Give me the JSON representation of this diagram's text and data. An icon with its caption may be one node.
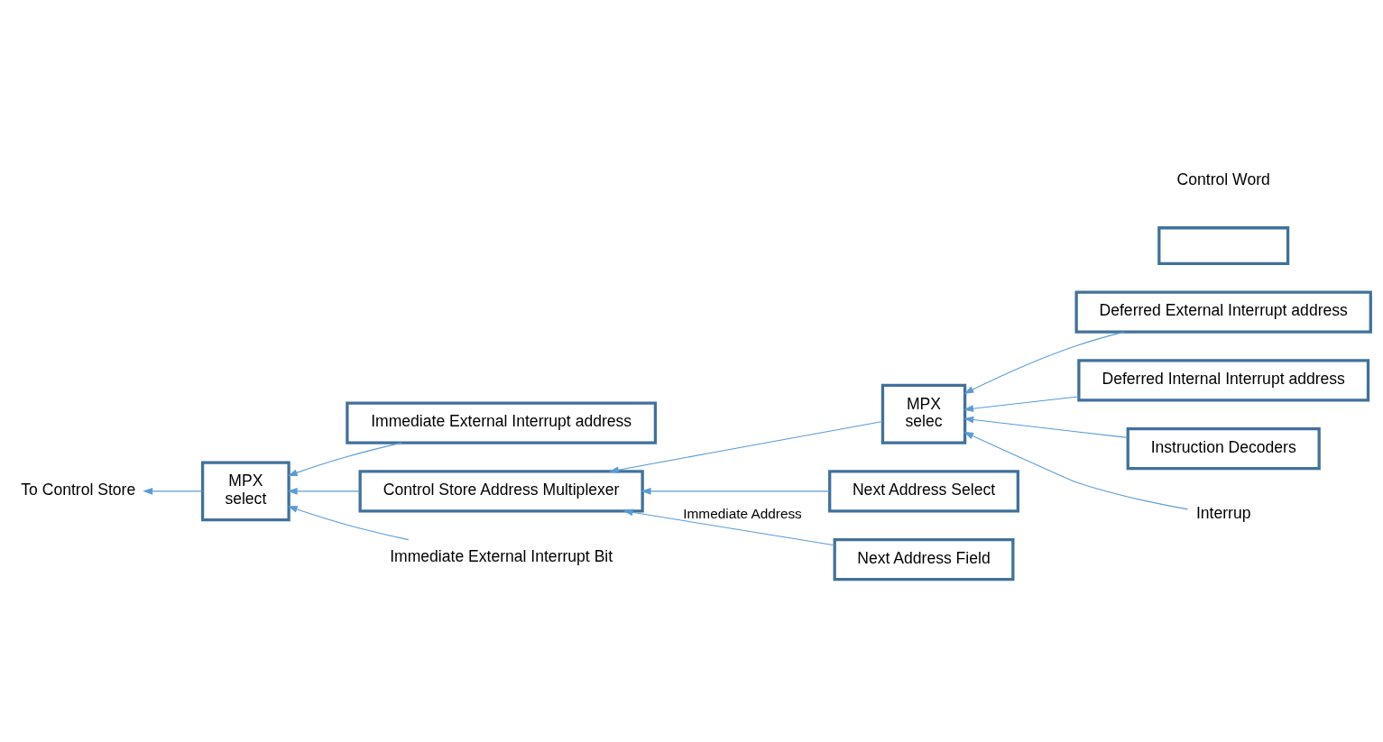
{
  "diagram": {
    "nodes": [
      {
        "text": [
          "Immediate External Interrupt address"
        ]
      },
      {
        "text": [
          "Deferred External Interrupt address"
        ]
      },
      {
        "text": [
          "MPX",
          "select"
        ]
      },
      {
        "text": [
          "Control Store Address Multiplexer"
        ]
      },
      {
        "text": [
          "MPX",
          "selec"
        ]
      },
      {
        "text": [
          "Deferred Internal Interrupt address"
        ]
      },
      {
        "text": [
          "Instruction Decoders"
        ]
      },
      {
        "text": [
          "To Control Store"
        ]
      },
      {
        "text": [
          "Immediate External Interrupt Bit"
        ]
      },
      {
        "text": [
          "Interrup"
        ]
      },
      {
        "text": [],
        "shape": "box"
      },
      {
        "text": [
          "Next Address Select"
        ]
      },
      {
        "text": [
          "Next Address Field"
        ]
      }
    ],
    "edges": [
      {
        "from": 0,
        "to": 2,
        "arrow": "to"
      },
      {
        "from": 1,
        "to": 4,
        "arrow": "to"
      },
      {
        "from": 5,
        "to": 4,
        "arrow": "to"
      },
      {
        "from": 6,
        "to": 4,
        "arrow": "to"
      },
      {
        "from": 4,
        "to": 3,
        "arrow": "to"
      },
      {
        "from": 3,
        "to": 2,
        "arrow": "to"
      },
      {
        "from": 2,
        "to": 7,
        "arrow": "to"
      },
      {
        "from": 8,
        "to": 2,
        "arrow": "to"
      },
      {
        "from": 9,
        "to": 4,
        "arrow": "to"
      },
      {
        "from": 11,
        "to": 3,
        "arrow": "to"
      },
      {
        "from": 12,
        "to": 3,
        "arrow": "to",
        "label": "Immediate Address"
      }
    ],
    "labels": [
      "Control Word"
    ]
  }
}
